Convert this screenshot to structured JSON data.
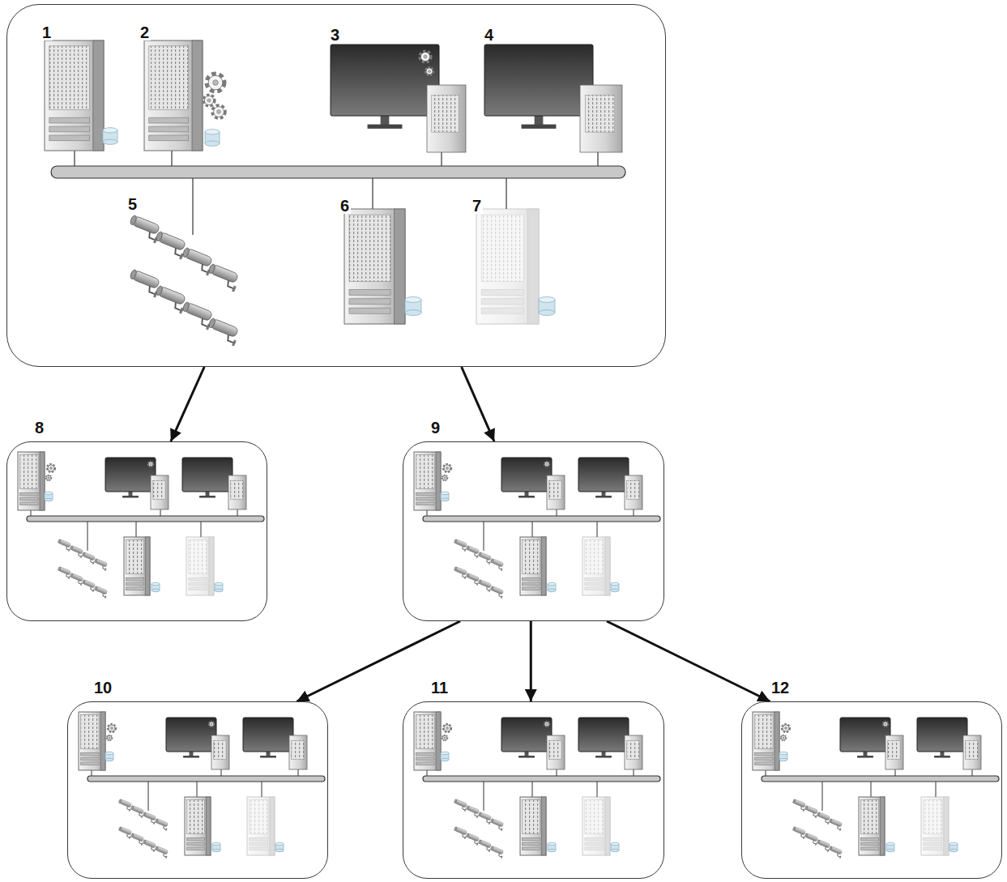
{
  "diagram": {
    "nodes": [
      {
        "text": []
      },
      {
        "text": [
          "8"
        ]
      },
      {
        "text": [
          "9"
        ]
      },
      {
        "text": [
          "10"
        ]
      },
      {
        "text": [
          "11"
        ]
      },
      {
        "text": [
          "12"
        ]
      }
    ],
    "edges": [
      {
        "from": 0,
        "to": 1,
        "arrow": "to"
      },
      {
        "from": 0,
        "to": 2,
        "arrow": "to"
      },
      {
        "from": 2,
        "to": 3,
        "arrow": "to"
      },
      {
        "from": 2,
        "to": 4,
        "arrow": "to"
      },
      {
        "from": 2,
        "to": 5,
        "arrow": "to"
      }
    ],
    "labels": [
      "1",
      "2",
      "3",
      "4",
      "5",
      "6",
      "7"
    ]
  }
}
